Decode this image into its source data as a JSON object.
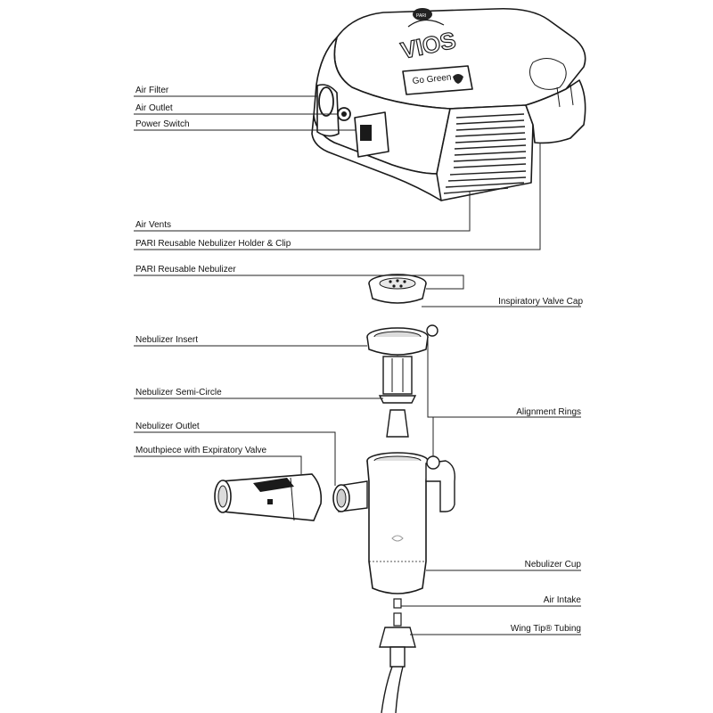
{
  "device": {
    "brand_text": "VIOS",
    "badge_text": "Go Green",
    "small_brand_text": "PARI"
  },
  "labels": {
    "air_filter": "Air Filter",
    "air_outlet": "Air Outlet",
    "power_switch": "Power Switch",
    "air_vents": "Air Vents",
    "holder_clip": "PARI Reusable Nebulizer Holder & Clip",
    "reusable_nebulizer": "PARI Reusable Nebulizer",
    "inspiratory_valve_cap": "Inspiratory Valve Cap",
    "nebulizer_insert": "Nebulizer Insert",
    "alignment_rings": "Alignment Rings",
    "nebulizer_semi_circle": "Nebulizer Semi-Circle",
    "nebulizer_outlet": "Nebulizer Outlet",
    "mouthpiece": "Mouthpiece with Expiratory Valve",
    "nebulizer_cup": "Nebulizer Cup",
    "air_intake": "Air Intake",
    "wing_tip_tubing": "Wing Tip® Tubing"
  }
}
